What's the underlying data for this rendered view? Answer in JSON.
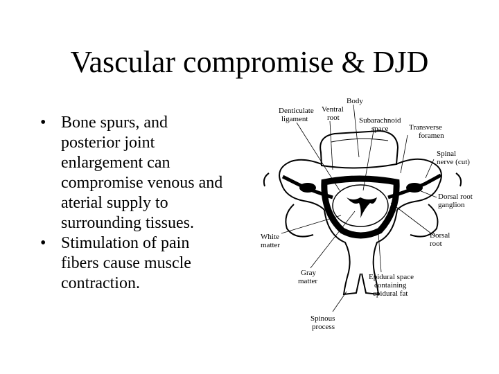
{
  "slide": {
    "title": "Vascular compromise & DJD",
    "bullets": [
      "Bone spurs, and posterior joint enlargement can compromise venous and aterial supply to surrounding tissues.",
      "Stimulation of pain fibers cause muscle contraction."
    ]
  },
  "diagram": {
    "labels": {
      "body": "Body",
      "ventral_root": [
        "Ventral",
        "root"
      ],
      "denticulate": [
        "Denticulate",
        "ligament"
      ],
      "subarachnoid": [
        "Subarachnoid",
        "space"
      ],
      "transverse": [
        "Transverse",
        "foramen"
      ],
      "spinal_nerve": [
        "Spinal",
        "nerve (cut)"
      ],
      "dorsal_ganglion": [
        "Dorsal root",
        "ganglion"
      ],
      "dorsal_root": [
        "Dorsal",
        "root"
      ],
      "white_matter": [
        "White",
        "matter"
      ],
      "gray_matter": [
        "Gray",
        "matter"
      ],
      "epidural": [
        "Epidural space",
        "containing",
        "epidural fat"
      ],
      "spinous": [
        "Spinous",
        "process"
      ]
    }
  }
}
